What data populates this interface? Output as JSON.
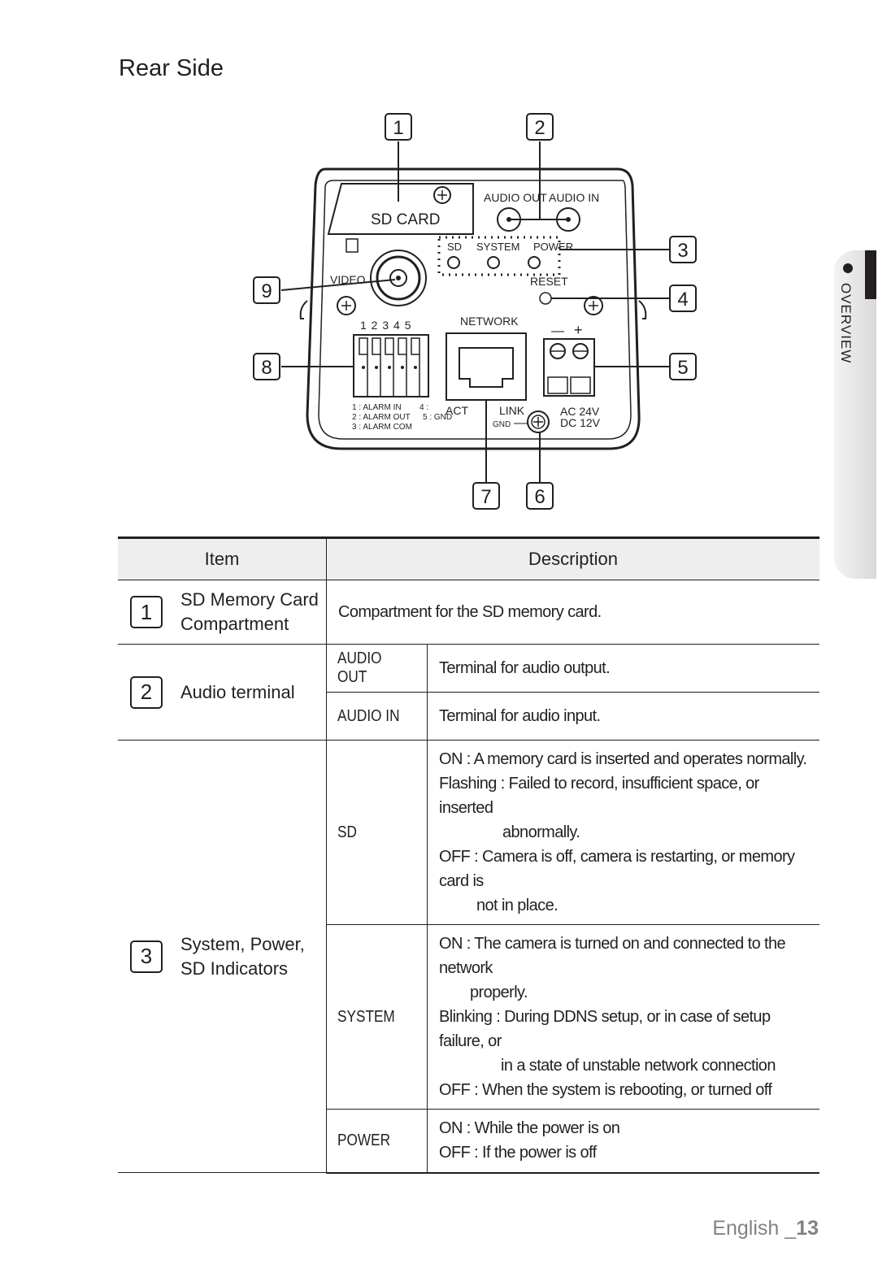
{
  "page": {
    "title": "Rear Side",
    "footer_lang": "English _",
    "footer_page": "13",
    "side_tab": "OVERVIEW"
  },
  "diagram": {
    "callouts": [
      "1",
      "2",
      "3",
      "4",
      "5",
      "6",
      "7",
      "8",
      "9"
    ],
    "labels": {
      "sd_card": "SD CARD",
      "audio_out": "AUDIO OUT",
      "audio_in": "AUDIO IN",
      "sd": "SD",
      "system": "SYSTEM",
      "power": "POWER",
      "video": "VIDEO",
      "reset": "RESET",
      "network": "NETWORK",
      "minus": "—",
      "plus": "+",
      "pins": "1 2 3 4 5",
      "alarm1": "1 : ALARM IN",
      "alarm2": "2 : ALARM OUT",
      "alarm3": "3 : ALARM COM",
      "alarm4": "4 :",
      "alarm5": "5 : GND",
      "act": "ACT",
      "link": "LINK",
      "gnd": "GND",
      "ac24": "AC 24V",
      "dc12": "DC 12V"
    }
  },
  "table": {
    "header_item": "Item",
    "header_desc": "Description",
    "rows": [
      {
        "num": "1",
        "name_l1": "SD Memory Card",
        "name_l2": "Compartment",
        "desc": "Compartment for the SD memory card."
      },
      {
        "num": "2",
        "name": "Audio terminal",
        "subs": [
          {
            "label": "AUDIO OUT",
            "desc": "Terminal for audio output."
          },
          {
            "label": "AUDIO IN",
            "desc": "Terminal for audio input."
          }
        ]
      },
      {
        "num": "3",
        "name_l1": "System, Power,",
        "name_l2": "SD Indicators",
        "subs": [
          {
            "label": "SD",
            "lines": [
              "ON : A memory card is inserted and operates normally.",
              "Flashing : Failed to record, insufficient space, or inserted",
              "abnormally.",
              "OFF : Camera is off, camera is restarting, or memory card is",
              "not in place."
            ]
          },
          {
            "label": "SYSTEM",
            "lines": [
              "ON : The camera is turned on and connected to the network",
              "properly.",
              "Blinking : During DDNS setup, or in case of setup failure, or",
              "in a state of unstable network connection",
              "OFF : When the system is rebooting, or turned off"
            ]
          },
          {
            "label": "POWER",
            "lines": [
              "ON : While the power is on",
              "OFF : If the power is off"
            ]
          }
        ]
      }
    ]
  }
}
